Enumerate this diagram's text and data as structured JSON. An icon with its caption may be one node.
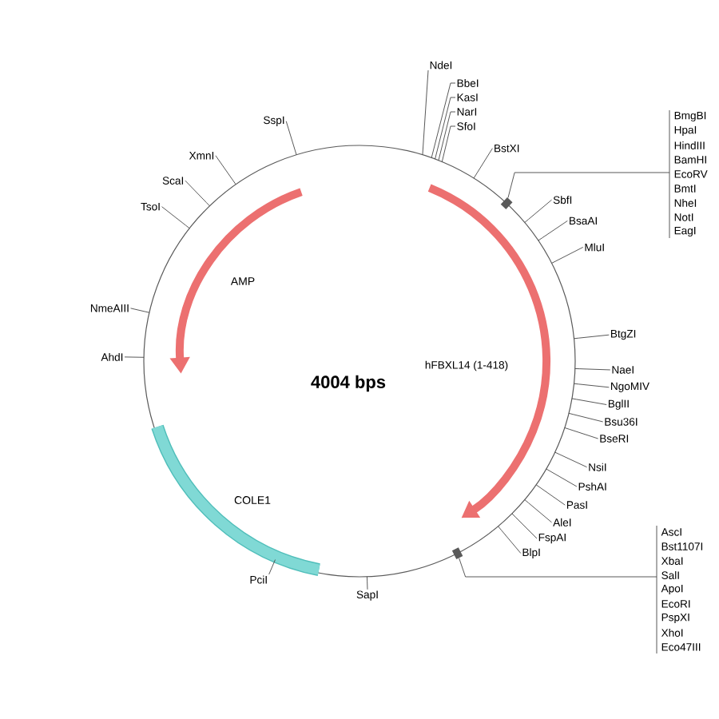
{
  "diagram": {
    "nodes": [
      {
        "text": [
          "NdeI"
        ]
      },
      {
        "text": [
          "BbeI"
        ]
      },
      {
        "text": [
          "KasI"
        ]
      },
      {
        "text": [
          "NarI"
        ]
      },
      {
        "text": [
          "SfoI"
        ]
      },
      {
        "text": [
          "BstXI"
        ]
      },
      {
        "text": [
          "BmgBI"
        ]
      },
      {
        "text": [
          "HpaI"
        ]
      },
      {
        "text": [
          "HindIII"
        ]
      },
      {
        "text": [
          "BamHI"
        ]
      },
      {
        "text": [
          "EcoRV"
        ]
      },
      {
        "text": [
          "BmtI"
        ]
      },
      {
        "text": [
          "NheI"
        ]
      },
      {
        "text": [
          "NotI"
        ]
      },
      {
        "text": [
          "EagI"
        ]
      },
      {
        "text": [
          "SbfI"
        ]
      },
      {
        "text": [
          "BsaAI"
        ]
      },
      {
        "text": [
          "MluI"
        ]
      },
      {
        "text": [
          "BtgZI"
        ]
      },
      {
        "text": [
          "NaeI"
        ]
      },
      {
        "text": [
          "NgoMIV"
        ]
      },
      {
        "text": [
          "BglII"
        ]
      },
      {
        "text": [
          "Bsu36I"
        ]
      },
      {
        "text": [
          "BseRI"
        ]
      },
      {
        "text": [
          "NsiI"
        ]
      },
      {
        "text": [
          "PshAI"
        ]
      },
      {
        "text": [
          "PasI"
        ]
      },
      {
        "text": [
          "AleI"
        ]
      },
      {
        "text": [
          "FspAI"
        ]
      },
      {
        "text": [
          "BlpI"
        ]
      },
      {
        "text": [
          "AscI"
        ]
      },
      {
        "text": [
          "Bst1107I"
        ]
      },
      {
        "text": [
          "XbaI"
        ]
      },
      {
        "text": [
          "SalI"
        ]
      },
      {
        "text": [
          "ApoI"
        ]
      },
      {
        "text": [
          "EcoRI"
        ]
      },
      {
        "text": [
          "PspXI"
        ]
      },
      {
        "text": [
          "XhoI"
        ]
      },
      {
        "text": [
          "Eco47III"
        ]
      },
      {
        "text": [
          "SapI"
        ]
      },
      {
        "text": [
          "PciI"
        ]
      },
      {
        "text": [
          "AhdI"
        ]
      },
      {
        "text": [
          "NmeAIII"
        ]
      },
      {
        "text": [
          "TsoI"
        ]
      },
      {
        "text": [
          "ScaI"
        ]
      },
      {
        "text": [
          "XmnI"
        ]
      },
      {
        "text": [
          "SspI"
        ]
      },
      {
        "text": [],
        "shape": "box"
      },
      {
        "text": [],
        "shape": "box"
      }
    ],
    "edges": [
      {
        "from": 0,
        "to": null,
        "arrow": "none"
      },
      {
        "from": 1,
        "to": null,
        "arrow": "none"
      },
      {
        "from": 2,
        "to": null,
        "arrow": "none"
      },
      {
        "from": 3,
        "to": null,
        "arrow": "none"
      },
      {
        "from": 4,
        "to": null,
        "arrow": "none"
      },
      {
        "from": 5,
        "to": null,
        "arrow": "none"
      },
      {
        "from": 6,
        "to": 47,
        "arrow": "none"
      },
      {
        "from": 7,
        "to": 47,
        "arrow": "none"
      },
      {
        "from": 8,
        "to": 47,
        "arrow": "none"
      },
      {
        "from": 9,
        "to": 47,
        "arrow": "none"
      },
      {
        "from": 10,
        "to": 47,
        "arrow": "none"
      },
      {
        "from": 11,
        "to": 47,
        "arrow": "none"
      },
      {
        "from": 12,
        "to": 47,
        "arrow": "none"
      },
      {
        "from": 13,
        "to": 47,
        "arrow": "none"
      },
      {
        "from": 14,
        "to": 47,
        "arrow": "none"
      },
      {
        "from": 15,
        "to": null,
        "arrow": "none"
      },
      {
        "from": 16,
        "to": null,
        "arrow": "none"
      },
      {
        "from": 17,
        "to": null,
        "arrow": "none"
      },
      {
        "from": 18,
        "to": null,
        "arrow": "none"
      },
      {
        "from": 19,
        "to": null,
        "arrow": "none"
      },
      {
        "from": 20,
        "to": null,
        "arrow": "none"
      },
      {
        "from": 21,
        "to": null,
        "arrow": "none"
      },
      {
        "from": 22,
        "to": null,
        "arrow": "none"
      },
      {
        "from": 23,
        "to": null,
        "arrow": "none"
      },
      {
        "from": 24,
        "to": null,
        "arrow": "none"
      },
      {
        "from": 25,
        "to": null,
        "arrow": "none"
      },
      {
        "from": 26,
        "to": null,
        "arrow": "none"
      },
      {
        "from": 27,
        "to": null,
        "arrow": "none"
      },
      {
        "from": 28,
        "to": null,
        "arrow": "none"
      },
      {
        "from": 29,
        "to": null,
        "arrow": "none"
      },
      {
        "from": 30,
        "to": 48,
        "arrow": "none"
      },
      {
        "from": 31,
        "to": 48,
        "arrow": "none"
      },
      {
        "from": 32,
        "to": 48,
        "arrow": "none"
      },
      {
        "from": 33,
        "to": 48,
        "arrow": "none"
      },
      {
        "from": 34,
        "to": 48,
        "arrow": "none"
      },
      {
        "from": 35,
        "to": 48,
        "arrow": "none"
      },
      {
        "from": 36,
        "to": 48,
        "arrow": "none"
      },
      {
        "from": 37,
        "to": 48,
        "arrow": "none"
      },
      {
        "from": 38,
        "to": 48,
        "arrow": "none"
      },
      {
        "from": 39,
        "to": null,
        "arrow": "none"
      },
      {
        "from": 40,
        "to": null,
        "arrow": "none"
      },
      {
        "from": 41,
        "to": null,
        "arrow": "none"
      },
      {
        "from": 42,
        "to": null,
        "arrow": "none"
      },
      {
        "from": 43,
        "to": null,
        "arrow": "none"
      },
      {
        "from": 44,
        "to": null,
        "arrow": "none"
      },
      {
        "from": 45,
        "to": null,
        "arrow": "none"
      },
      {
        "from": 46,
        "to": null,
        "arrow": "none"
      }
    ],
    "labels": [
      "AMP",
      "4004 bps",
      "hFBXL14 (1-418)",
      "COLE1"
    ]
  }
}
